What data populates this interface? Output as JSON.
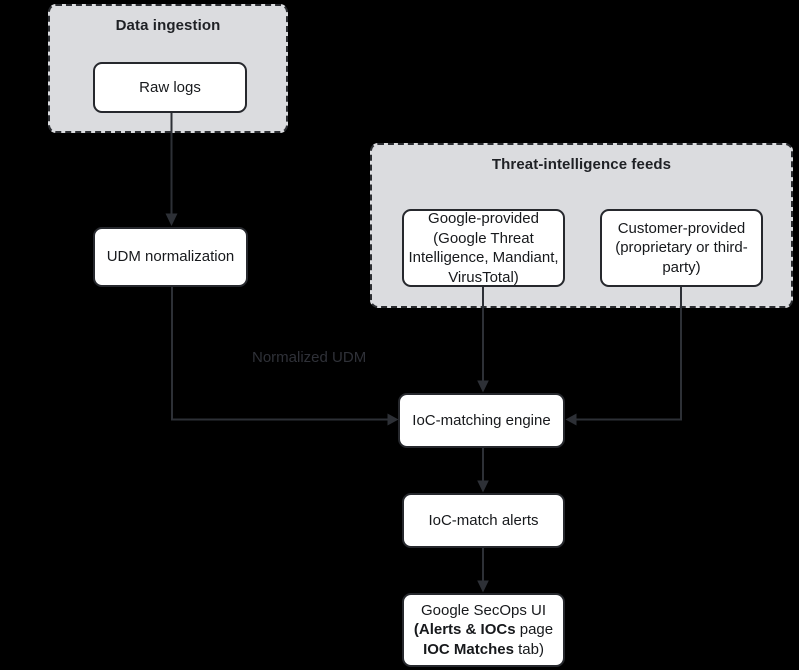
{
  "diagram": {
    "background": "#000000",
    "colors": {
      "container_fill": "#dbdcdf",
      "container_border": "#2b2d31",
      "node_fill": "#ffffff",
      "node_border": "#26282d",
      "node_text": "#17191c",
      "arrow": "#2d3036",
      "edge_label_text": "#2f3138"
    },
    "containers": {
      "data_ingestion": {
        "title": "Data ingestion"
      },
      "threat_feeds": {
        "title": "Threat-intelligence feeds"
      }
    },
    "nodes": {
      "raw_logs": {
        "lines": [
          "Raw logs"
        ]
      },
      "udm_normalization": {
        "lines": [
          "UDM normalization"
        ]
      },
      "google_provided": {
        "lines": [
          "Google-provided",
          "(Google Threat",
          "Intelligence, Mandiant,",
          "VirusTotal)"
        ]
      },
      "customer_provided": {
        "lines": [
          "Customer-provided",
          "(proprietary or third-",
          "party)"
        ]
      },
      "ioc_matching_engine": {
        "lines": [
          "IoC-matching engine"
        ]
      },
      "ioc_match_alerts": {
        "lines": [
          "IoC-match alerts"
        ]
      },
      "secops_ui": {
        "line1": "Google SecOps UI",
        "line2_bold": "(Alerts & IOCs",
        "line2_suffix": " page",
        "line3_bold": "IOC Matches",
        "line3_suffix": " tab)"
      }
    },
    "edge_labels": {
      "normalized_udm": "Normalized UDM"
    },
    "edges": [
      {
        "from": "raw_logs",
        "to": "udm_normalization"
      },
      {
        "from": "udm_normalization",
        "to": "ioc_matching_engine",
        "label": "Normalized UDM"
      },
      {
        "from": "google_provided",
        "to": "ioc_matching_engine"
      },
      {
        "from": "customer_provided",
        "to": "ioc_matching_engine"
      },
      {
        "from": "ioc_matching_engine",
        "to": "ioc_match_alerts"
      },
      {
        "from": "ioc_match_alerts",
        "to": "secops_ui"
      }
    ]
  }
}
